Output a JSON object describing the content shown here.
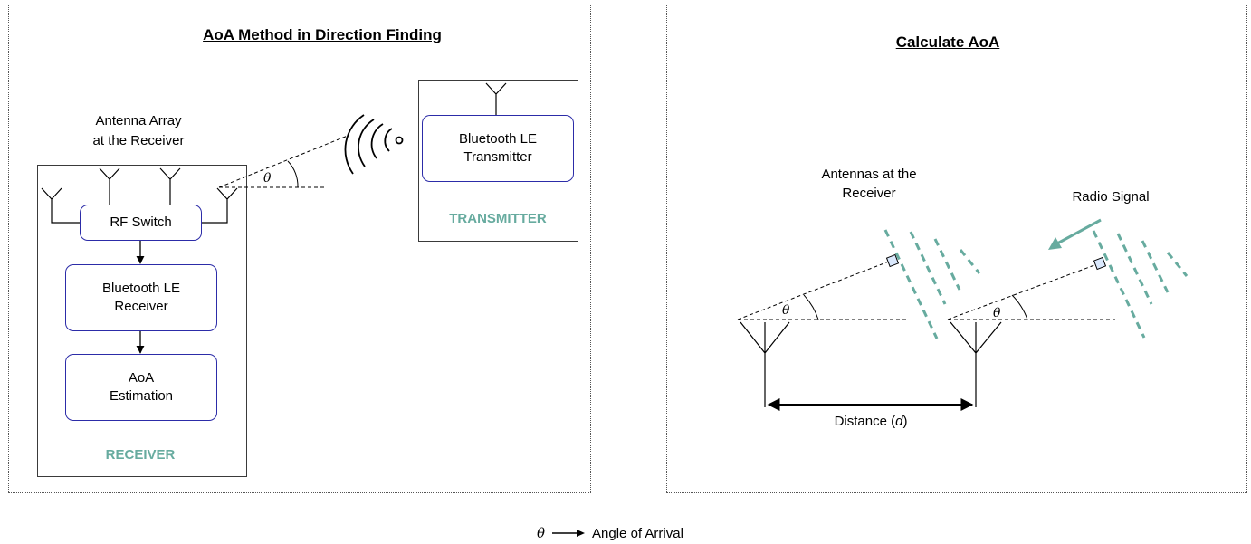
{
  "left_panel": {
    "title": "AoA Method in Direction Finding",
    "antenna_array_label_line1": "Antenna Array",
    "antenna_array_label_line2": "at the Receiver",
    "rf_switch": "RF Switch",
    "ble_receiver_line1": "Bluetooth LE",
    "ble_receiver_line2": "Receiver",
    "aoa_estimation_line1": "AoA",
    "aoa_estimation_line2": "Estimation",
    "receiver_label": "RECEIVER",
    "ble_transmitter_line1": "Bluetooth LE",
    "ble_transmitter_line2": "Transmitter",
    "transmitter_label": "TRANSMITTER",
    "angle_symbol": "θ"
  },
  "right_panel": {
    "title": "Calculate AoA",
    "antennas_label_line1": "Antennas at the",
    "antennas_label_line2": "Receiver",
    "radio_signal_label": "Radio Signal",
    "angle_symbol_1": "θ",
    "angle_symbol_2": "θ",
    "distance_label_prefix": "Distance (",
    "distance_label_var": "d",
    "distance_label_suffix": ")"
  },
  "legend": {
    "symbol": "θ",
    "text": "Angle of Arrival"
  },
  "colors": {
    "box_border": "#2c2ca8",
    "teal": "#67ab9f",
    "frame": "#3a3a3a"
  }
}
